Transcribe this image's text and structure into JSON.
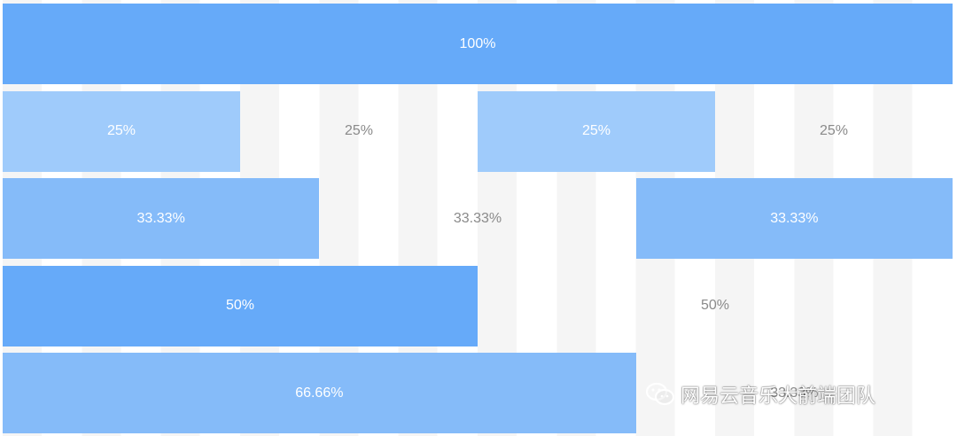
{
  "rows": [
    {
      "cells": [
        {
          "label": "100%",
          "span": 12,
          "filled": true,
          "color": "#66aaf9"
        }
      ]
    },
    {
      "cells": [
        {
          "label": "25%",
          "span": 3,
          "filled": true,
          "color": "#9fcbfb"
        },
        {
          "label": "25%",
          "span": 3,
          "filled": false
        },
        {
          "label": "25%",
          "span": 3,
          "filled": true,
          "color": "#9fcbfb"
        },
        {
          "label": "25%",
          "span": 3,
          "filled": false
        }
      ]
    },
    {
      "cells": [
        {
          "label": "33.33%",
          "span": 4,
          "filled": true,
          "color": "#85bbf9"
        },
        {
          "label": "33.33%",
          "span": 4,
          "filled": false
        },
        {
          "label": "33.33%",
          "span": 4,
          "filled": true,
          "color": "#85bbf9"
        }
      ]
    },
    {
      "cells": [
        {
          "label": "50%",
          "span": 6,
          "filled": true,
          "color": "#66aaf9"
        },
        {
          "label": "50%",
          "span": 6,
          "filled": false
        }
      ]
    },
    {
      "cells": [
        {
          "label": "66.66%",
          "span": 8,
          "filled": true,
          "color": "#85bbf9"
        },
        {
          "label": "33.33%",
          "span": 4,
          "filled": false
        }
      ]
    }
  ],
  "watermark": {
    "text": "网易云音乐大前端团队",
    "icon": "wechat-icon"
  }
}
